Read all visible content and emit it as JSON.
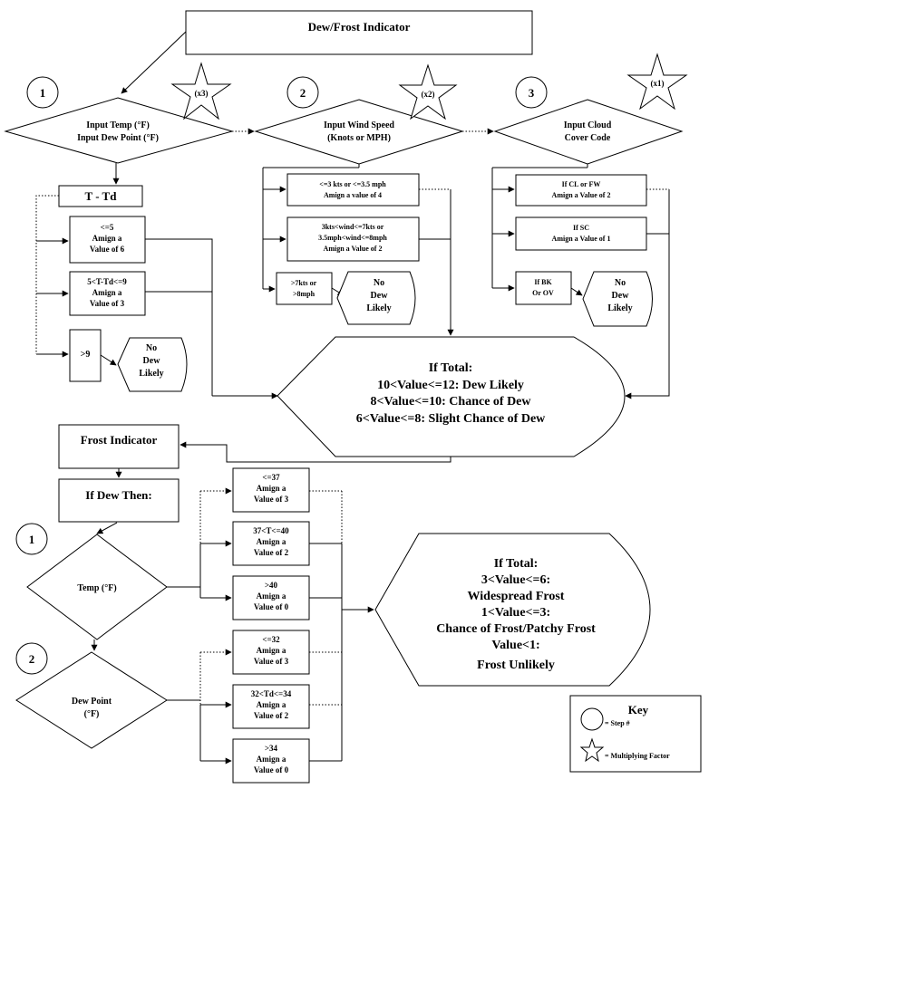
{
  "dew": {
    "title": "Dew/Frost Indicator",
    "steps": {
      "s1": {
        "number": "1",
        "factor": "(x3)",
        "lines": [
          "Input Temp (°F)",
          "Input Dew Point (°F)"
        ]
      },
      "s2": {
        "number": "2",
        "factor": "(x2)",
        "lines": [
          "Input Wind Speed",
          "(Knots or MPH)"
        ]
      },
      "s3": {
        "number": "3",
        "factor": "(x1)",
        "lines": [
          "Input Cloud",
          "Cover Code"
        ]
      }
    },
    "spread": {
      "label": "T - Td",
      "b1": [
        "<=5",
        "Amign a",
        "Value of 6"
      ],
      "b2": [
        "5<T-Td<=9",
        "Amign a",
        "Value of 3"
      ],
      "b3": [
        ">9"
      ],
      "no_dew": [
        "No",
        "Dew",
        "Likely"
      ]
    },
    "wind": {
      "b1": [
        "<=3 kts or <=3.5 mph",
        "Amign a value of 4"
      ],
      "b2": [
        "3kts<wind<=7kts or",
        "3.5mph<wind<=8mph",
        "Amign a Value of 2"
      ],
      "b3": [
        ">7kts or",
        ">8mph"
      ],
      "no_dew": [
        "No",
        "Dew",
        "Likely"
      ]
    },
    "cloud": {
      "b1": [
        "If CL or FW",
        "Amign a Value of 2"
      ],
      "b2": [
        "If SC",
        "Amign a Value of 1"
      ],
      "b3": [
        "If BK",
        "Or OV"
      ],
      "no_dew": [
        "No",
        "Dew",
        "Likely"
      ]
    },
    "result": [
      "If Total:",
      "10<Value<=12:  Dew Likely",
      "8<Value<=10:  Chance of Dew",
      "6<Value<=8:  Slight  Chance of Dew"
    ]
  },
  "frost": {
    "title": "Frost Indicator",
    "condition": "If Dew Then:",
    "temp": {
      "number": "1",
      "lines": [
        "Temp (°F)"
      ],
      "b1": [
        "<=37",
        "Amign a",
        "Value of 3"
      ],
      "b2": [
        "37<T<=40",
        "Amign a",
        "Value of 2"
      ],
      "b3": [
        ">40",
        "Amign a",
        "Value of 0"
      ]
    },
    "dewpoint": {
      "number": "2",
      "lines": [
        "Dew Point",
        "(°F)"
      ],
      "b1": [
        "<=32",
        "Amign a",
        "Value of 3"
      ],
      "b2": [
        "32<Td<=34",
        "Amign a",
        "Value of 2"
      ],
      "b3": [
        ">34",
        "Amign a",
        "Value of 0"
      ]
    },
    "result": [
      "If Total:",
      "3<Value<=6:",
      "Widespread Frost",
      "1<Value<=3:",
      "Chance of Frost/Patchy Frost",
      "Value<1:",
      "Frost Unlikely"
    ]
  },
  "key": {
    "title": "Key",
    "circle_label": "= Step #",
    "star_label": "= Multiplying Factor"
  }
}
